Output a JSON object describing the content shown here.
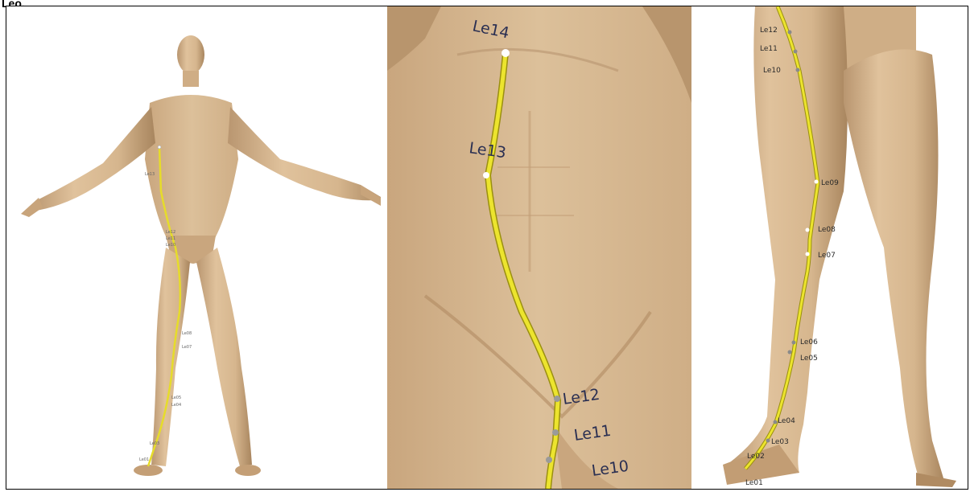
{
  "caption": "Leo.",
  "colors": {
    "skin": "#d8b892",
    "skin_shadow": "#b89570",
    "channel": "#e6dc2a",
    "channel_edge": "#9a8f10",
    "point_white": "#ffffff",
    "point_gray": "#8a8a8a",
    "label": "#2a2f52"
  },
  "panels": {
    "full_body": {
      "labels": [
        "Le13",
        "Le12",
        "Le11",
        "Le10",
        "Le08",
        "Le07",
        "Le05",
        "Le04",
        "Le03",
        "Le01"
      ]
    },
    "torso": {
      "labels": [
        "Le14",
        "Le13",
        "Le12",
        "Le11",
        "Le10"
      ]
    },
    "leg": {
      "labels": [
        "Le12",
        "Le11",
        "Le10",
        "Le09",
        "Le08",
        "Le07",
        "Le06",
        "Le05",
        "Le04",
        "Le03",
        "Le02",
        "Le01"
      ]
    }
  }
}
